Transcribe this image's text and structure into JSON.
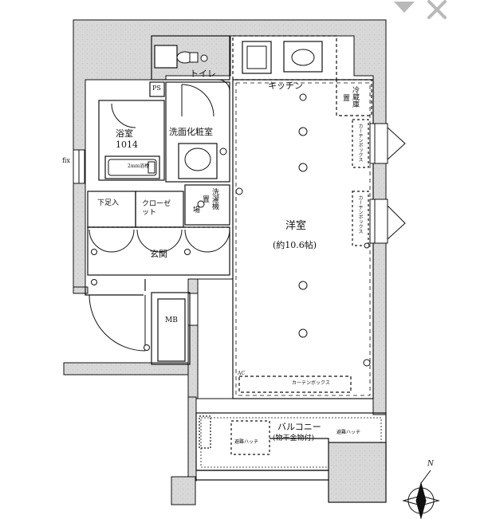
{
  "rooms": {
    "toilet": "トイレ",
    "kitchen": "キッチン",
    "bath": "浴室",
    "bath_size": "1014",
    "washroom": "洗面化粧室",
    "shoe_storage": "下足入",
    "closet": "クローゼット",
    "entrance": "玄関",
    "laundry": "洗濯機",
    "laundry_mark": "置",
    "laundry_area": "場",
    "western_room": "洋室",
    "western_room_size": "(約10.6帖)",
    "mb": "MB",
    "balcony": "バルコニー",
    "balcony_note": "(物干金物付)",
    "fridge": "冷蔵庫",
    "fridge_mark": "置",
    "curtain_box": "カーテンボックス"
  },
  "fixtures": {
    "ps": "PS",
    "fix": "fix",
    "ac": "AC",
    "bath_note": "2mm浴槽",
    "evacuation_hatch": "避難ハッチ",
    "evacuation_hatch_2": "避難ハッチ",
    "compass": "N"
  },
  "icons": [
    "close-icon",
    "chevron-down-icon",
    "compass-icon",
    "toilet-icon",
    "sink-icon",
    "bathtub-icon",
    "door-swing-icon",
    "light-fixture-icon"
  ],
  "colors": {
    "wall": "#dcdcdc",
    "line": "#111111",
    "background": "#ffffff",
    "control": "#b9b9b9"
  }
}
